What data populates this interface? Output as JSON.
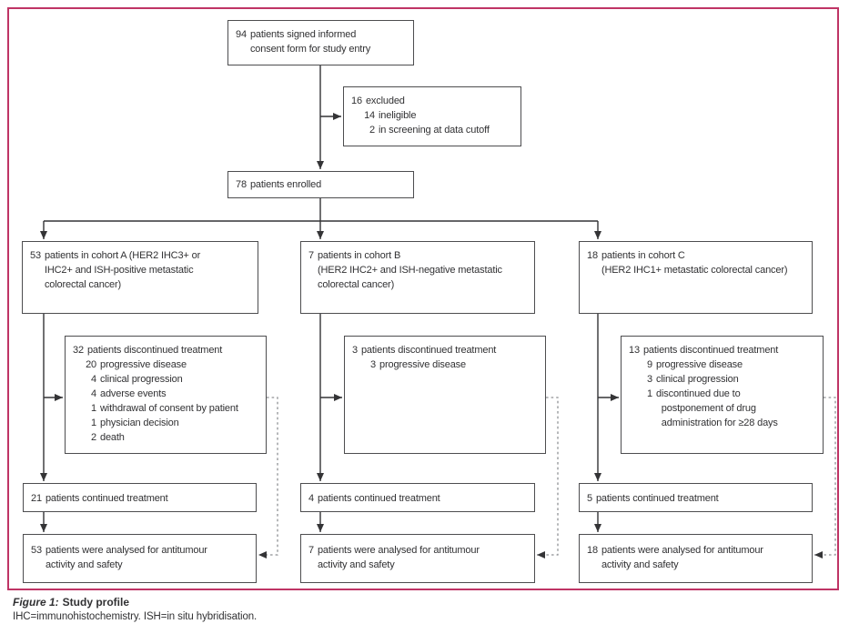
{
  "figure": {
    "label": "Figure 1:",
    "title": "Study profile",
    "footnote": "IHC=immunohistochemistry. ISH=in situ hybridisation."
  },
  "colors": {
    "frame_pink": "#bf3465",
    "solid_line": "#343436",
    "dashed_line": "#8f9194",
    "box_border": "#4d4d4f",
    "text": "#313133"
  },
  "boxes": {
    "consent": {
      "lines": [
        {
          "n": "94",
          "t": "patients signed informed\nconsent form for study entry"
        }
      ]
    },
    "excluded": {
      "lines": [
        {
          "n": "16",
          "t": "excluded"
        },
        {
          "n": "14",
          "t": "ineligible"
        },
        {
          "n": "2",
          "t": "in screening at data cutoff"
        }
      ]
    },
    "enrolled": {
      "lines": [
        {
          "n": "78",
          "t": "patients enrolled"
        }
      ]
    },
    "cohort_a": {
      "lines": [
        {
          "n": "53",
          "t": "patients in cohort A (HER2 IHC3+ or\nIHC2+ and ISH-positive metastatic\ncolorectal cancer)"
        }
      ]
    },
    "cohort_b": {
      "lines": [
        {
          "n": "7",
          "t": "patients in cohort B\n(HER2 IHC2+ and ISH-negative metastatic\ncolorectal cancer)"
        }
      ]
    },
    "cohort_c": {
      "lines": [
        {
          "n": "18",
          "t": "patients in cohort C\n(HER2 IHC1+ metastatic colorectal cancer)"
        }
      ]
    },
    "disc_a": {
      "lines": [
        {
          "n": "32",
          "t": "patients discontinued treatment"
        },
        {
          "n": "20",
          "t": "progressive disease"
        },
        {
          "n": "4",
          "t": "clinical progression"
        },
        {
          "n": "4",
          "t": "adverse events"
        },
        {
          "n": "1",
          "t": "withdrawal of consent by patient"
        },
        {
          "n": "1",
          "t": "physician decision"
        },
        {
          "n": "2",
          "t": "death"
        }
      ]
    },
    "disc_b": {
      "lines": [
        {
          "n": "3",
          "t": "patients discontinued treatment"
        },
        {
          "n": "3",
          "t": "progressive disease"
        }
      ]
    },
    "disc_c": {
      "lines": [
        {
          "n": "13",
          "t": "patients discontinued treatment"
        },
        {
          "n": "9",
          "t": "progressive disease"
        },
        {
          "n": "3",
          "t": "clinical progression"
        },
        {
          "n": "1",
          "t": "discontinued due to\n  postponement of drug\n  administration for ≥28 days"
        }
      ]
    },
    "cont_a": {
      "lines": [
        {
          "n": "21",
          "t": "patients continued treatment"
        }
      ]
    },
    "cont_b": {
      "lines": [
        {
          "n": "4",
          "t": "patients continued treatment"
        }
      ]
    },
    "cont_c": {
      "lines": [
        {
          "n": "5",
          "t": "patients continued treatment"
        }
      ]
    },
    "ana_a": {
      "lines": [
        {
          "n": "53",
          "t": "patients were analysed for antitumour\nactivity and safety"
        }
      ]
    },
    "ana_b": {
      "lines": [
        {
          "n": "7",
          "t": "patients were analysed for antitumour\nactivity and safety"
        }
      ]
    },
    "ana_c": {
      "lines": [
        {
          "n": "18",
          "t": "patients were analysed for antitumour\nactivity and safety"
        }
      ]
    }
  }
}
